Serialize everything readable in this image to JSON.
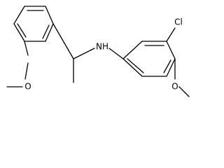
{
  "molecule": {
    "atoms": {
      "nh": "NH",
      "cl": "Cl",
      "o_left": "O",
      "o_right": "O"
    }
  }
}
